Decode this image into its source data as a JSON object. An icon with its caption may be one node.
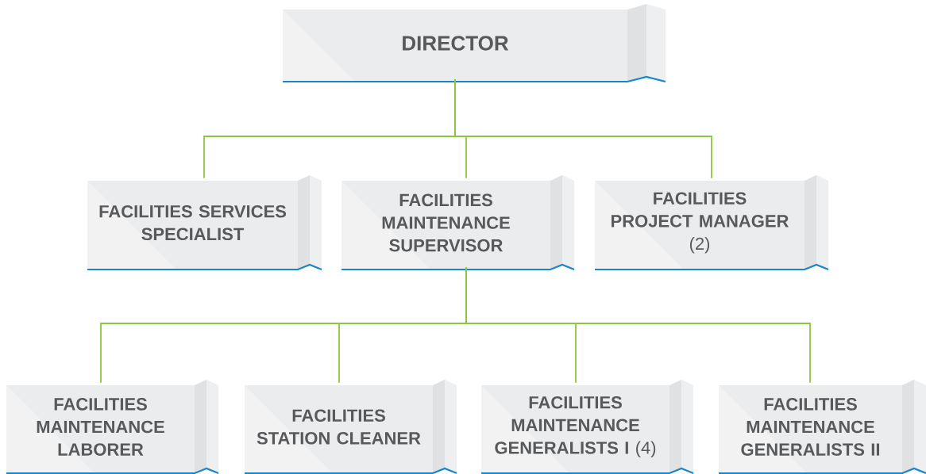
{
  "diagram": {
    "nodes": [
      {
        "text": [
          "DIRECTOR"
        ]
      },
      {
        "text": [
          "FACILITIES SERVICES SPECIALIST"
        ]
      },
      {
        "text": [
          "FACILITIES MAINTENANCE SUPERVISOR"
        ]
      },
      {
        "text": [
          "FACILITIES PROJECT MANAGER",
          "(2)"
        ]
      },
      {
        "text": [
          "FACILITIES MAINTENANCE LABORER"
        ]
      },
      {
        "text": [
          "FACILITIES STATION CLEANER"
        ]
      },
      {
        "text": [
          "**FACILITIES MAINTENANCE GENERALISTS I** (4)"
        ]
      },
      {
        "text": [
          "FACILITIES MAINTENANCE GENERALISTS II"
        ]
      }
    ],
    "edges": [
      {
        "from": 0,
        "to": 1,
        "arrow": "none"
      },
      {
        "from": 0,
        "to": 2,
        "arrow": "none"
      },
      {
        "from": 0,
        "to": 3,
        "arrow": "none"
      },
      {
        "from": 2,
        "to": 4,
        "arrow": "none"
      },
      {
        "from": 2,
        "to": 5,
        "arrow": "none"
      },
      {
        "from": 2,
        "to": 6,
        "arrow": "none"
      },
      {
        "from": 2,
        "to": 7,
        "arrow": "none"
      }
    ]
  }
}
